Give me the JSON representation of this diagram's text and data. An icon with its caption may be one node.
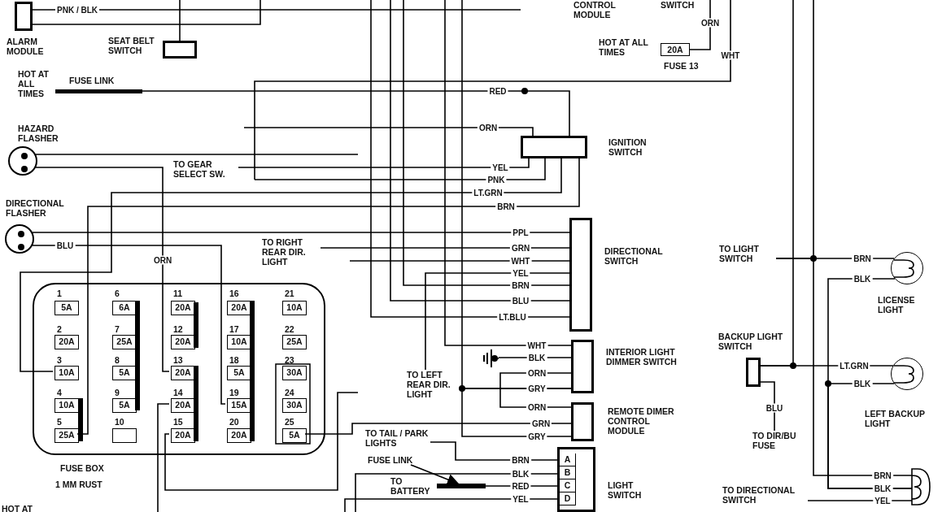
{
  "diagram": {
    "nodes": [
      {
        "text": [
          "ALARM MODULE"
        ]
      },
      {
        "text": [
          "SEAT BELT SWITCH"
        ]
      },
      {
        "text": [
          "FUSE LINK"
        ]
      },
      {
        "text": [
          "HAZARD FLASHER"
        ]
      },
      {
        "text": [
          "DIRECTIONAL FLASHER"
        ]
      },
      {
        "text": [
          "FUSE BOX"
        ]
      },
      {
        "text": [
          "1",
          "5A"
        ],
        "in": 5
      },
      {
        "text": [
          "2",
          "20A"
        ],
        "in": 5
      },
      {
        "text": [
          "3",
          "10A"
        ],
        "in": 5
      },
      {
        "text": [
          "4",
          "10A"
        ],
        "in": 5
      },
      {
        "text": [
          "5",
          "25A"
        ],
        "in": 5
      },
      {
        "text": [
          "6",
          "6A"
        ],
        "in": 5
      },
      {
        "text": [
          "7",
          "25A"
        ],
        "in": 5
      },
      {
        "text": [
          "8",
          "5A"
        ],
        "in": 5
      },
      {
        "text": [
          "9",
          "5A"
        ],
        "in": 5
      },
      {
        "text": [
          "10"
        ],
        "in": 5
      },
      {
        "text": [
          "11",
          "20A"
        ],
        "in": 5
      },
      {
        "text": [
          "12",
          "20A"
        ],
        "in": 5
      },
      {
        "text": [
          "13",
          "20A"
        ],
        "in": 5
      },
      {
        "text": [
          "14",
          "20A"
        ],
        "in": 5
      },
      {
        "text": [
          "15",
          "20A"
        ],
        "in": 5
      },
      {
        "text": [
          "16",
          "20A"
        ],
        "in": 5
      },
      {
        "text": [
          "17",
          "10A"
        ],
        "in": 5
      },
      {
        "text": [
          "18",
          "5A"
        ],
        "in": 5
      },
      {
        "text": [
          "19",
          "15A"
        ],
        "in": 5
      },
      {
        "text": [
          "20",
          "20A"
        ],
        "in": 5
      },
      {
        "text": [
          "21",
          "10A"
        ],
        "in": 5
      },
      {
        "text": [
          "22",
          "25A"
        ],
        "in": 5
      },
      {
        "text": [
          "23",
          "30A"
        ],
        "in": 5
      },
      {
        "text": [
          "24",
          "30A"
        ],
        "in": 5
      },
      {
        "text": [
          "25",
          "5A"
        ],
        "in": 5
      },
      {
        "text": [
          "TO GEAR SELECT SW."
        ]
      },
      {
        "text": [
          "TO RIGHT REAR DIR. LIGHT"
        ]
      },
      {
        "text": [
          "IGNITION SWITCH"
        ]
      },
      {
        "text": [
          "DIRECTIONAL SWITCH"
        ]
      },
      {
        "text": [
          "INTERIOR LIGHT DIMMER SWITCH"
        ]
      },
      {
        "text": [],
        "shape": "ground"
      },
      {
        "text": [
          "TO LEFT REAR DIR. LIGHT"
        ]
      },
      {
        "text": [
          "REMOTE DIMER CONTROL MODULE"
        ]
      },
      {
        "text": [
          "TO TAIL / PARK LIGHTS"
        ]
      },
      {
        "text": [
          "FUSE LINK"
        ]
      },
      {
        "text": [],
        "shape": "bar"
      },
      {
        "text": [
          "LIGHT SWITCH"
        ]
      },
      {
        "text": [
          "20A",
          "FUSE 13"
        ],
        "beside": [
          "HOT AT ALL TIMES"
        ]
      },
      {
        "text": [
          "TO LIGHT SWITCH"
        ]
      },
      {
        "text": [
          "LICENSE LIGHT"
        ]
      },
      {
        "text": [
          "BACKUP LIGHT SWITCH"
        ]
      },
      {
        "text": [
          "TO DIR/BU FUSE"
        ]
      },
      {
        "text": [
          "LEFT BACKUP LIGHT"
        ]
      },
      {
        "text": [],
        "shape": "lamp"
      },
      {
        "text": [
          "TO DIRECTIONAL SWITCH"
        ]
      }
    ],
    "edges": [
      {
        "from": 0,
        "to": null,
        "arrow": "none",
        "label": "PNK / BLK"
      },
      {
        "from": 0,
        "to": null,
        "arrow": "none"
      },
      {
        "from": 1,
        "to": null,
        "arrow": "none"
      },
      {
        "from": 2,
        "to": 33,
        "arrow": "none",
        "label": "RED"
      },
      {
        "from": 3,
        "to": null,
        "arrow": "none"
      },
      {
        "from": 3,
        "to": 18,
        "arrow": "none",
        "label": "ORN"
      },
      {
        "from": 4,
        "to": 34,
        "arrow": "none",
        "label": "PPL"
      },
      {
        "from": 4,
        "to": 24,
        "arrow": "none",
        "label": "BLU"
      },
      {
        "from": 8,
        "to": 33,
        "arrow": "none",
        "label": "LT.GRN"
      },
      {
        "from": 10,
        "to": 33,
        "arrow": "none",
        "label": "BRN"
      },
      {
        "from": 19,
        "to": null,
        "arrow": "none"
      },
      {
        "from": 20,
        "to": null,
        "arrow": "none"
      },
      {
        "from": 30,
        "to": 38,
        "arrow": "none",
        "label": "GRN"
      },
      {
        "from": 33,
        "to": null,
        "arrow": "none",
        "label": "ORN"
      },
      {
        "from": 31,
        "to": 33,
        "arrow": "none",
        "label": "YEL"
      },
      {
        "from": 33,
        "to": null,
        "arrow": "none",
        "label": "PNK"
      },
      {
        "from": 32,
        "to": 34,
        "arrow": "none",
        "label": "GRN"
      },
      {
        "from": 34,
        "to": null,
        "arrow": "none",
        "label": "WHT"
      },
      {
        "from": 37,
        "to": 34,
        "arrow": "none",
        "label": "YEL"
      },
      {
        "from": 34,
        "to": null,
        "arrow": "none",
        "label": "BRN"
      },
      {
        "from": 34,
        "to": null,
        "arrow": "none",
        "label": "BLU"
      },
      {
        "from": 34,
        "to": null,
        "arrow": "none",
        "label": "LT.BLU"
      },
      {
        "from": 35,
        "to": null,
        "arrow": "none",
        "label": "WHT"
      },
      {
        "from": 35,
        "to": 36,
        "arrow": "none",
        "label": "BLK"
      },
      {
        "from": 35,
        "to": 38,
        "arrow": "none",
        "label": "ORN"
      },
      {
        "from": 35,
        "to": 38,
        "arrow": "none",
        "label": "GRY"
      },
      {
        "from": 35,
        "to": null,
        "arrow": "none"
      },
      {
        "from": 39,
        "to": 42,
        "arrow": "none",
        "label": "BRN"
      },
      {
        "from": 42,
        "to": null,
        "arrow": "none",
        "label": "BLK"
      },
      {
        "from": 41,
        "to": 42,
        "arrow": "none",
        "label": "RED"
      },
      {
        "from": 40,
        "to": 41,
        "arrow": "to"
      },
      {
        "from": 42,
        "to": null,
        "arrow": "none",
        "label": "YEL"
      },
      {
        "from": 43,
        "to": null,
        "arrow": "none",
        "label": "ORN"
      },
      {
        "from": 44,
        "to": 45,
        "arrow": "none",
        "label": "BRN"
      },
      {
        "from": 44,
        "to": 49,
        "arrow": "none",
        "label": "BRN"
      },
      {
        "from": 44,
        "to": null,
        "arrow": "none"
      },
      {
        "from": 45,
        "to": 49,
        "arrow": "none",
        "label": "BLK"
      },
      {
        "from": 48,
        "to": 49,
        "arrow": "none",
        "label": "BLK"
      },
      {
        "from": 46,
        "to": 48,
        "arrow": "none",
        "label": "LT.GRN"
      },
      {
        "from": 46,
        "to": null,
        "arrow": "none"
      },
      {
        "from": 46,
        "to": 47,
        "arrow": "none",
        "label": "BLU"
      },
      {
        "from": 50,
        "to": 49,
        "arrow": "none",
        "label": "YEL"
      }
    ],
    "labels": [
      "CONTROL MODULE",
      "SWITCH",
      "WHT",
      "HOT AT ALL TIMES",
      "ORN",
      "GRY",
      "TO BATTERY",
      "A",
      "B",
      "C",
      "D",
      "1 MM RUST",
      "BLK",
      "HOT AT"
    ]
  }
}
